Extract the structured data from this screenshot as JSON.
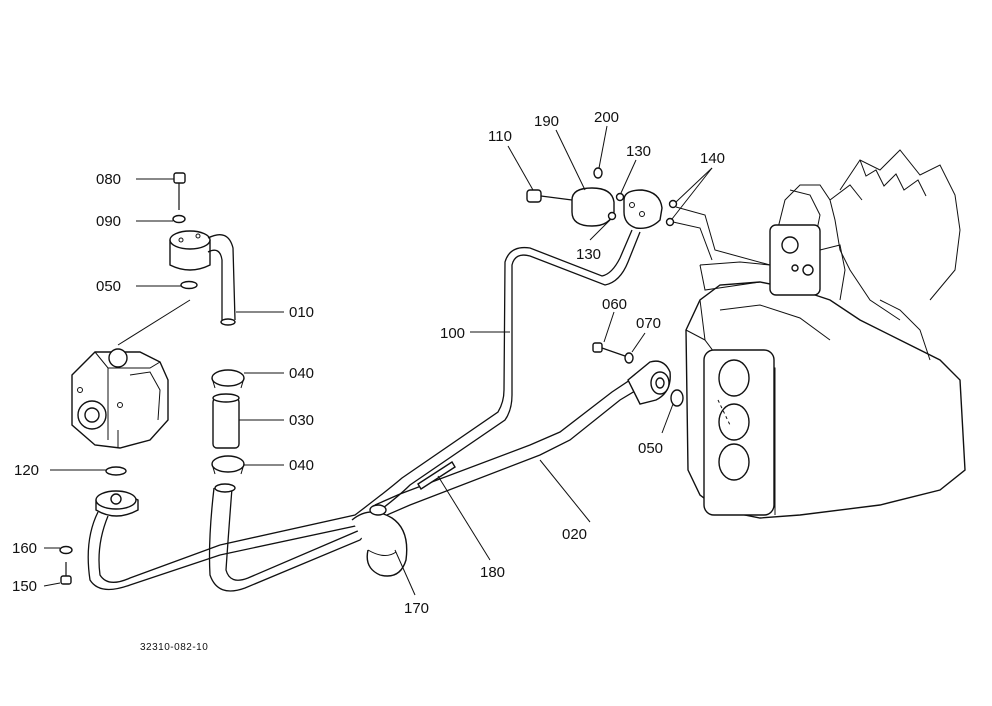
{
  "drawing_code": "32310-082-10",
  "callouts": [
    {
      "id": "c080",
      "text": "080"
    },
    {
      "id": "c090",
      "text": "090"
    },
    {
      "id": "c050a",
      "text": "050"
    },
    {
      "id": "c010",
      "text": "010"
    },
    {
      "id": "c040a",
      "text": "040"
    },
    {
      "id": "c030",
      "text": "030"
    },
    {
      "id": "c040b",
      "text": "040"
    },
    {
      "id": "c120",
      "text": "120"
    },
    {
      "id": "c160",
      "text": "160"
    },
    {
      "id": "c150",
      "text": "150"
    },
    {
      "id": "c170",
      "text": "170"
    },
    {
      "id": "c180",
      "text": "180"
    },
    {
      "id": "c020",
      "text": "020"
    },
    {
      "id": "c050b",
      "text": "050"
    },
    {
      "id": "c060",
      "text": "060"
    },
    {
      "id": "c070",
      "text": "070"
    },
    {
      "id": "c100",
      "text": "100"
    },
    {
      "id": "c110",
      "text": "110"
    },
    {
      "id": "c190",
      "text": "190"
    },
    {
      "id": "c200",
      "text": "200"
    },
    {
      "id": "c130a",
      "text": "130"
    },
    {
      "id": "c130b",
      "text": "130"
    },
    {
      "id": "c140",
      "text": "140"
    }
  ]
}
